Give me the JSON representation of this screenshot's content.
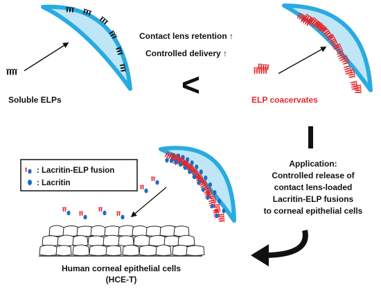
{
  "labels": {
    "soluble": "Soluble ELPs",
    "coacervates": "ELP coacervates",
    "retention": "Contact lens retention ↑",
    "delivery": "Controlled delivery ↑",
    "less_than": "<",
    "application": [
      "Application:",
      "Controlled release of",
      "contact lens-loaded",
      "Lacritin-ELP fusions",
      "to corneal epithelial cells"
    ],
    "cells_title": "Human corneal epithelial cells",
    "cells_sub": "(HCE-T)"
  },
  "legend": {
    "fusion": ": Lacritin-ELP fusion",
    "lacritin": ": Lacritin"
  },
  "colors": {
    "lens_fill": "#bfe6f7",
    "lens_rim": "#29abe2",
    "elp_red": "#e8262a",
    "lacritin_blue": "#1b6ec2",
    "coacervate_text": "#e8262a"
  }
}
